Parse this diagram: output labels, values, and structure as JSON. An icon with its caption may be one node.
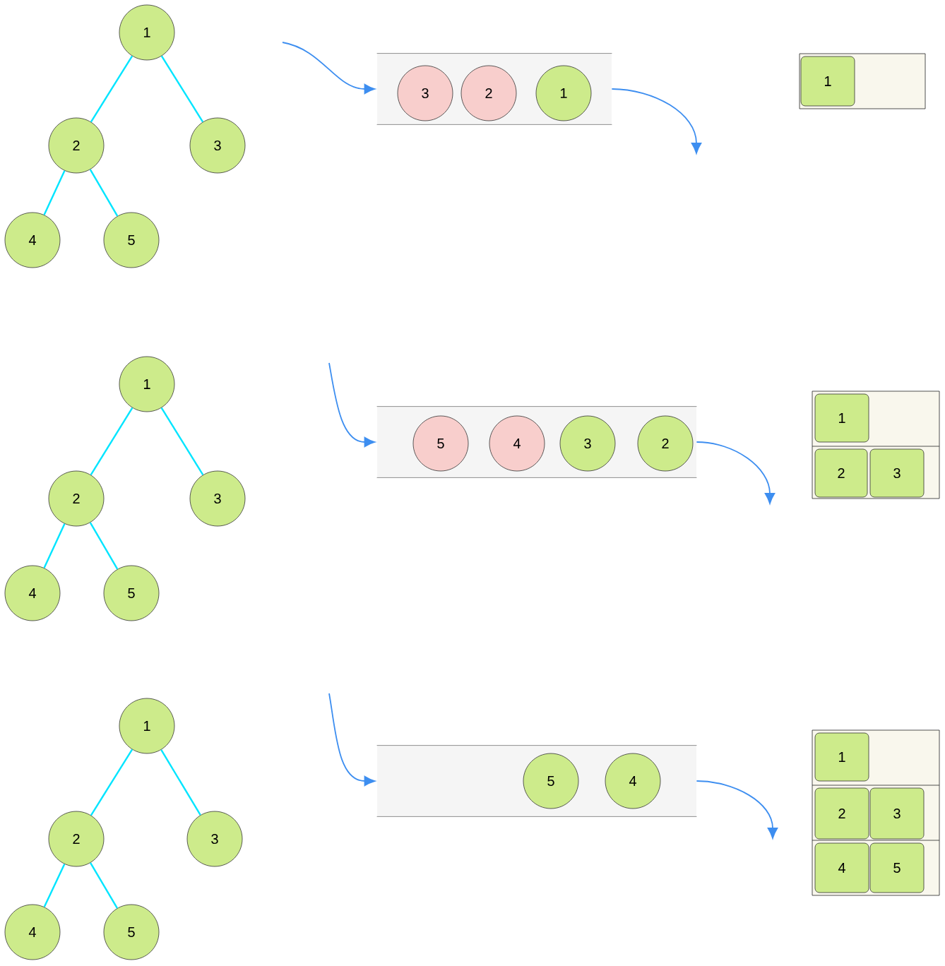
{
  "diagram": {
    "nodes": [
      {
        "text": [
          "1"
        ]
      },
      {
        "text": [
          "2"
        ]
      },
      {
        "text": [
          "3"
        ]
      },
      {
        "text": [
          "4"
        ]
      },
      {
        "text": [
          "5"
        ]
      },
      {
        "text": [],
        "shape": "box"
      },
      {
        "text": [
          "3"
        ],
        "in": 5
      },
      {
        "text": [
          "2"
        ],
        "in": 5
      },
      {
        "text": [
          "1"
        ],
        "in": 5
      },
      {
        "text": [],
        "shape": "box"
      },
      {
        "text": [
          "1"
        ],
        "in": 9
      },
      {
        "text": [
          "1"
        ]
      },
      {
        "text": [
          "2"
        ]
      },
      {
        "text": [
          "3"
        ]
      },
      {
        "text": [
          "4"
        ]
      },
      {
        "text": [
          "5"
        ]
      },
      {
        "text": [],
        "shape": "box"
      },
      {
        "text": [
          "5"
        ],
        "in": 16
      },
      {
        "text": [
          "4"
        ],
        "in": 16
      },
      {
        "text": [
          "3"
        ],
        "in": 16
      },
      {
        "text": [
          "2"
        ],
        "in": 16
      },
      {
        "text": [],
        "shape": "box"
      },
      {
        "text": [
          "1"
        ],
        "in": 21
      },
      {
        "text": [
          "2"
        ],
        "in": 21
      },
      {
        "text": [
          "3"
        ],
        "in": 21
      },
      {
        "text": [
          "1"
        ]
      },
      {
        "text": [
          "2"
        ]
      },
      {
        "text": [
          "3"
        ]
      },
      {
        "text": [
          "4"
        ]
      },
      {
        "text": [
          "5"
        ]
      },
      {
        "text": [],
        "shape": "box"
      },
      {
        "text": [
          "5"
        ],
        "in": 30
      },
      {
        "text": [
          "4"
        ],
        "in": 30
      },
      {
        "text": [],
        "shape": "box"
      },
      {
        "text": [
          "1"
        ],
        "in": 33
      },
      {
        "text": [
          "2"
        ],
        "in": 33
      },
      {
        "text": [
          "3"
        ],
        "in": 33
      },
      {
        "text": [
          "4"
        ],
        "in": 33
      },
      {
        "text": [
          "5"
        ],
        "in": 33
      }
    ],
    "edges": [
      {
        "from": 0,
        "to": 1,
        "arrow": "none"
      },
      {
        "from": 0,
        "to": 2,
        "arrow": "none"
      },
      {
        "from": 1,
        "to": 3,
        "arrow": "none"
      },
      {
        "from": 1,
        "to": 4,
        "arrow": "none"
      },
      {
        "from": null,
        "to": 5,
        "arrow": "to",
        "color": "#3d8ef0"
      },
      {
        "from": 5,
        "to": null,
        "arrow": "to",
        "color": "#3d8ef0"
      },
      {
        "from": 11,
        "to": 12,
        "arrow": "none"
      },
      {
        "from": 11,
        "to": 13,
        "arrow": "none"
      },
      {
        "from": 12,
        "to": 14,
        "arrow": "none"
      },
      {
        "from": 12,
        "to": 15,
        "arrow": "none"
      },
      {
        "from": null,
        "to": 16,
        "arrow": "to",
        "color": "#3d8ef0"
      },
      {
        "from": 16,
        "to": null,
        "arrow": "to",
        "color": "#3d8ef0"
      },
      {
        "from": 25,
        "to": 26,
        "arrow": "none"
      },
      {
        "from": 25,
        "to": 27,
        "arrow": "none"
      },
      {
        "from": 26,
        "to": 28,
        "arrow": "none"
      },
      {
        "from": 26,
        "to": 29,
        "arrow": "none"
      },
      {
        "from": null,
        "to": 30,
        "arrow": "to",
        "color": "#3d8ef0"
      },
      {
        "from": 30,
        "to": null,
        "arrow": "to",
        "color": "#3d8ef0"
      }
    ]
  }
}
